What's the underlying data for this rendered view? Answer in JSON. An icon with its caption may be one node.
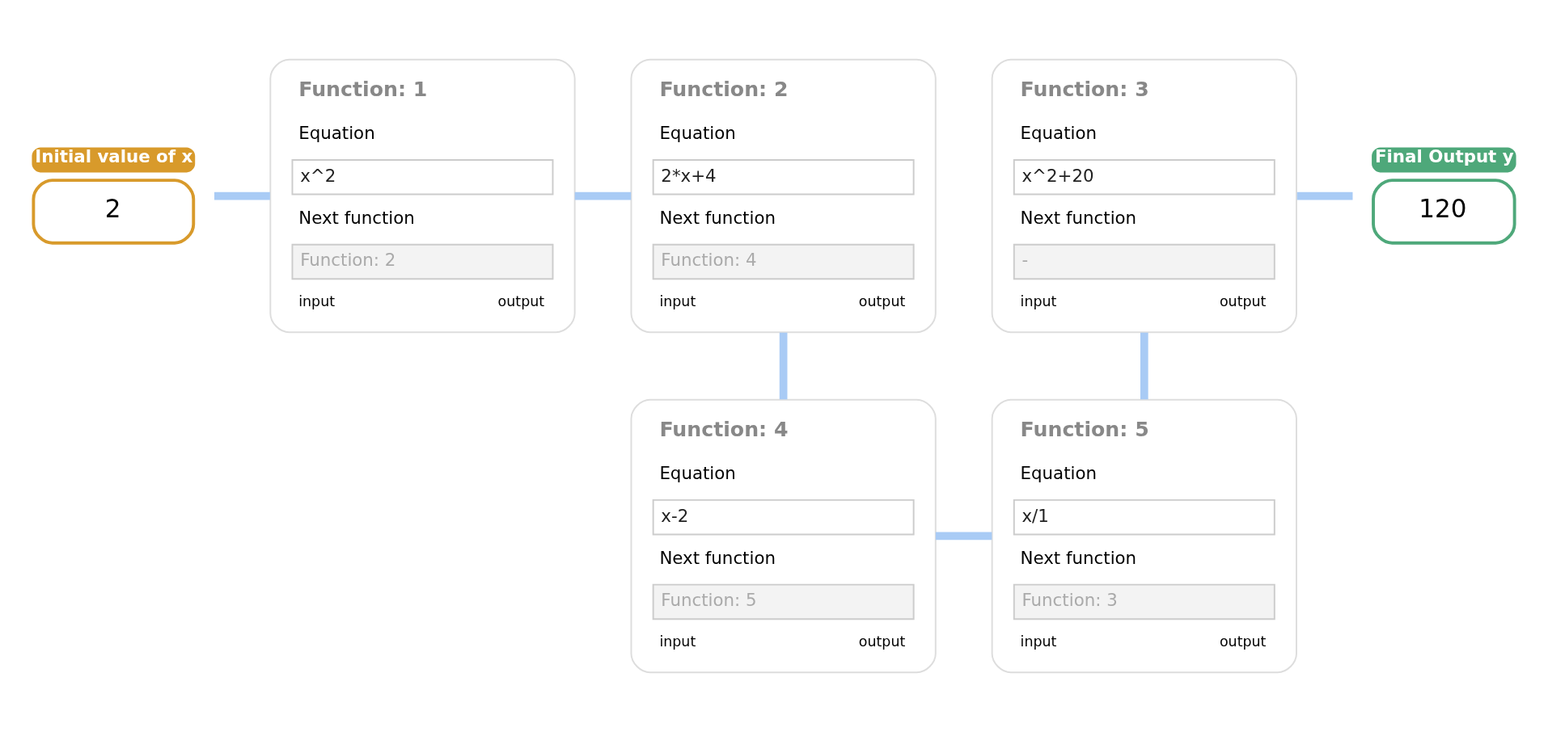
{
  "diagram": {
    "nodes": [
      {
        "text": [
          "Initial value of x",
          "2"
        ]
      },
      {
        "text": [
          "Function: 1",
          "Equation",
          "x^2",
          "Next function",
          "Function: 2",
          "input",
          "output"
        ]
      },
      {
        "text": [
          "Function: 2",
          "Equation",
          "2*x+4",
          "Next function",
          "Function: 4",
          "input",
          "output"
        ]
      },
      {
        "text": [
          "Function: 3",
          "Equation",
          "x^2+20",
          "Next function",
          "-",
          "input",
          "output"
        ]
      },
      {
        "text": [
          "Function: 4",
          "Equation",
          "x-2",
          "Next function",
          "Function: 5",
          "input",
          "output"
        ]
      },
      {
        "text": [
          "Function: 5",
          "Equation",
          "x/1",
          "Next function",
          "Function: 3",
          "input",
          "output"
        ]
      },
      {
        "text": [
          "Final Output y",
          "120"
        ]
      }
    ],
    "edges": [
      {
        "from": 0,
        "to": 1,
        "arrow": "none"
      },
      {
        "from": 1,
        "to": 2,
        "arrow": "none"
      },
      {
        "from": 2,
        "to": 4,
        "arrow": "none"
      },
      {
        "from": 4,
        "to": 5,
        "arrow": "none"
      },
      {
        "from": 5,
        "to": 3,
        "arrow": "none"
      },
      {
        "from": 3,
        "to": 6,
        "arrow": "none"
      }
    ]
  }
}
